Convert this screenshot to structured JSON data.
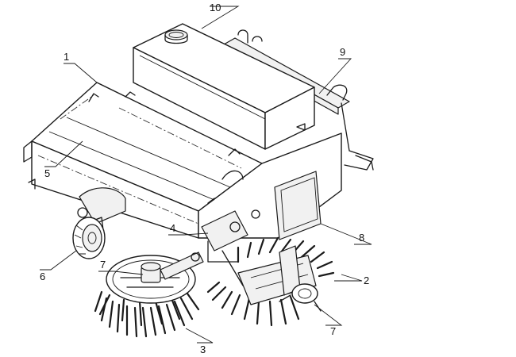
{
  "callouts": [
    {
      "id": "1",
      "label": "1"
    },
    {
      "id": "2",
      "label": "2"
    },
    {
      "id": "3",
      "label": "3"
    },
    {
      "id": "4",
      "label": "4"
    },
    {
      "id": "5",
      "label": "5"
    },
    {
      "id": "6",
      "label": "6"
    },
    {
      "id": "7a",
      "label": "7"
    },
    {
      "id": "7b",
      "label": "7"
    },
    {
      "id": "8",
      "label": "8"
    },
    {
      "id": "9",
      "label": "9"
    },
    {
      "id": "10",
      "label": "10"
    }
  ]
}
